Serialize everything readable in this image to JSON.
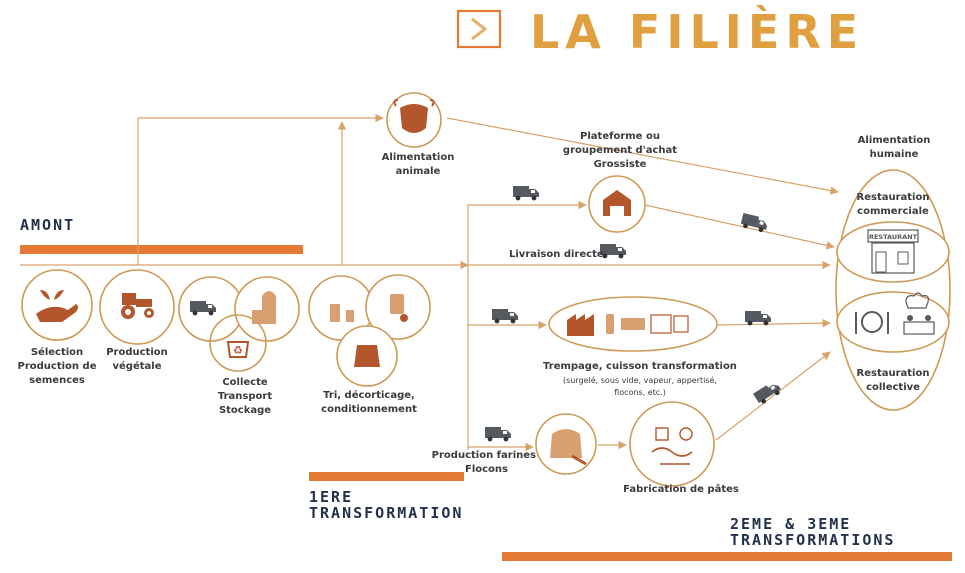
{
  "title": "LA FILIÈRE",
  "sections": {
    "amont": "AMONT",
    "first_transformation_line1": "1ERE",
    "first_transformation_line2": "TRANSFORMATION",
    "second_transformation_line1": "2EME & 3EME",
    "second_transformation_line2": "TRANSFORMATIONS"
  },
  "nodes": {
    "selection": [
      "Sélection",
      "Production de",
      "semences"
    ],
    "production_vegetale": [
      "Production",
      "végétale"
    ],
    "collecte": [
      "Collecte",
      "Transport",
      "Stockage"
    ],
    "tri": [
      "Tri, décorticage,",
      "conditionnement"
    ],
    "alimentation_animale": [
      "Alimentation",
      "animale"
    ],
    "plateforme": [
      "Plateforme ou",
      "groupement d'achat",
      "Grossiste"
    ],
    "livraison_directe": "Livraison directe",
    "trempage": "Trempage, cuisson transformation",
    "trempage_detail": [
      "(surgelé, sous vide, vapeur, appertisé,",
      "flocons, etc.)"
    ],
    "production_farines": [
      "Production farines",
      "Flocons"
    ],
    "fabrication_pates": "Fabrication de pâtes",
    "alimentation_humaine": [
      "Alimentation",
      "humaine"
    ],
    "restauration_commerciale": [
      "Restauration",
      "commerciale"
    ],
    "restauration_collective": [
      "Restauration",
      "collective"
    ],
    "restaurant_sign": "RESTAURANT"
  },
  "colors": {
    "accent_orange": "#e57a35",
    "title_gold": "#e0a040",
    "line_tan": "#d7a36a",
    "icon_brown": "#b4562c",
    "section_navy": "#23324a"
  }
}
